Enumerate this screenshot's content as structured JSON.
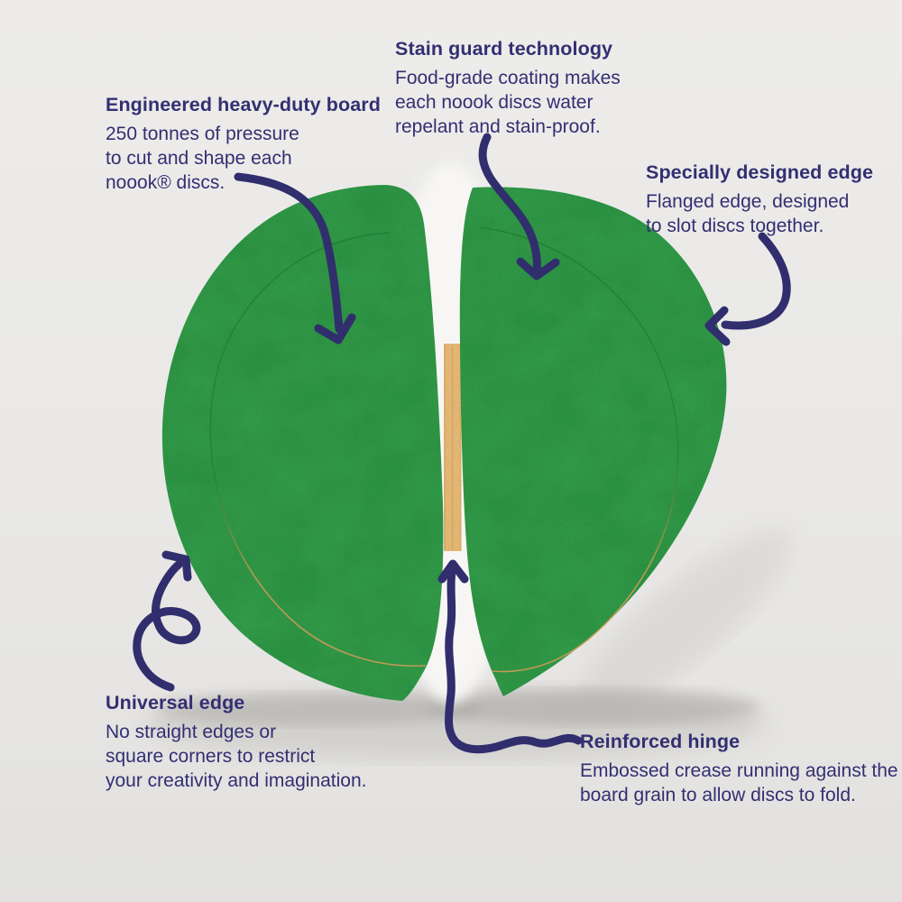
{
  "diagram": {
    "subject": "noook folding disc product feature diagram",
    "annotations": {
      "engineered": {
        "heading": "Engineered heavy-duty board",
        "body": "250 tonnes of pressure\nto cut and shape each\nnoook® discs."
      },
      "stain": {
        "heading": "Stain guard technology",
        "body": "Food-grade coating makes\neach noook discs water\nrepelant and stain-proof."
      },
      "edge": {
        "heading": "Specially designed edge",
        "body": "Flanged edge, designed\nto slot discs together."
      },
      "universal": {
        "heading": "Universal edge",
        "body": "No straight edges or\nsquare corners to restrict\nyour creativity and imagination."
      },
      "hinge": {
        "heading": "Reinforced hinge",
        "body": "Embossed crease running against the\nboard grain to allow discs to fold."
      }
    },
    "colors": {
      "ink": "#312e6e",
      "text": "#332f72",
      "disc_green": "#37a24d",
      "disc_mottle": "#1f7d36",
      "hinge_tan": "#e9be7d",
      "background": "#e9e8e6",
      "gap_highlight": "#f8f7f5"
    }
  }
}
